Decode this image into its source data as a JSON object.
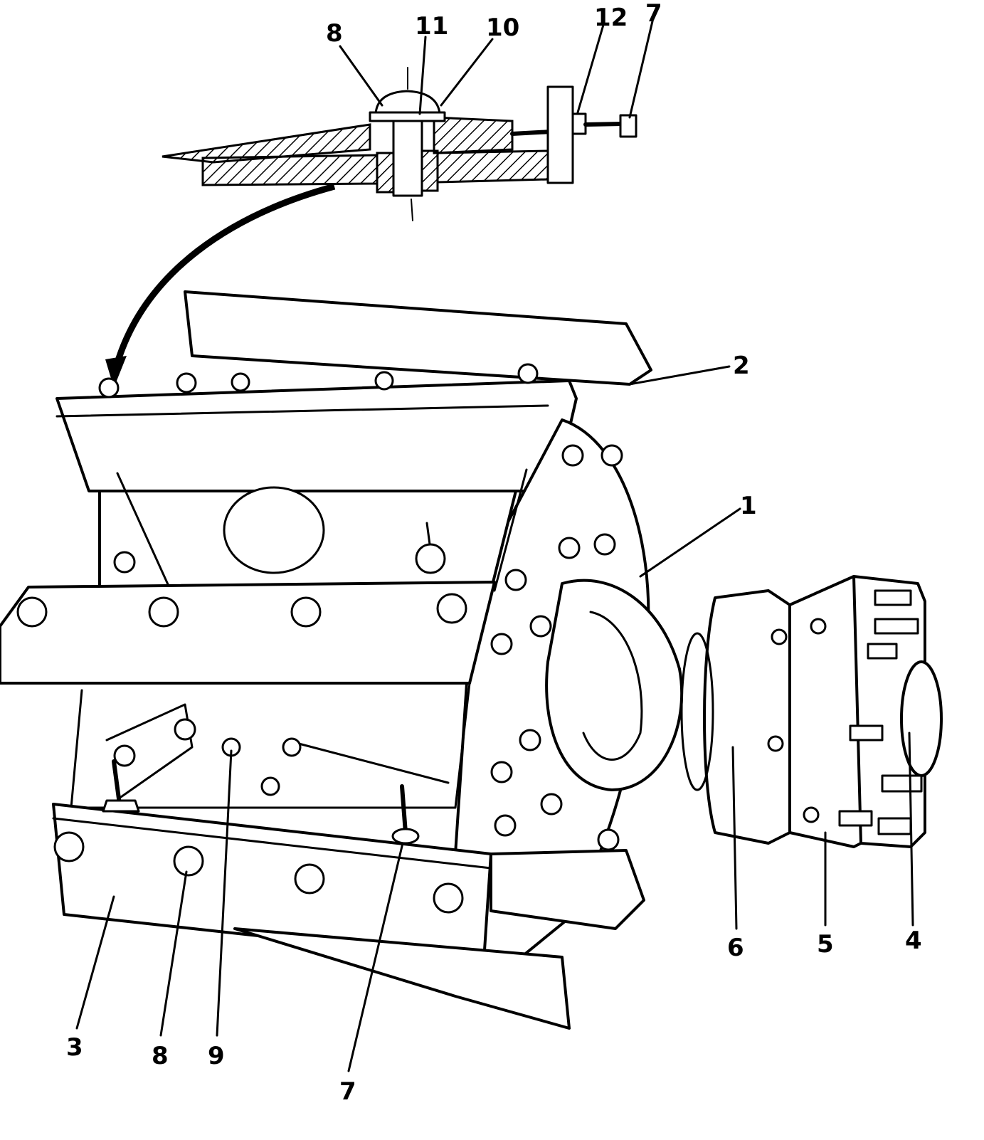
{
  "diagram": {
    "callouts": [
      {
        "id": "c8-top",
        "label": "8"
      },
      {
        "id": "c11-top",
        "label": "11"
      },
      {
        "id": "c10-top",
        "label": "10"
      },
      {
        "id": "c12-top",
        "label": "12"
      },
      {
        "id": "c7-top",
        "label": "7"
      },
      {
        "id": "c2",
        "label": "2"
      },
      {
        "id": "c1",
        "label": "1"
      },
      {
        "id": "c6",
        "label": "6"
      },
      {
        "id": "c5",
        "label": "5"
      },
      {
        "id": "c4",
        "label": "4"
      },
      {
        "id": "c3",
        "label": "3"
      },
      {
        "id": "c8-bottom",
        "label": "8"
      },
      {
        "id": "c9",
        "label": "9"
      },
      {
        "id": "c7-bottom",
        "label": "7"
      }
    ]
  }
}
